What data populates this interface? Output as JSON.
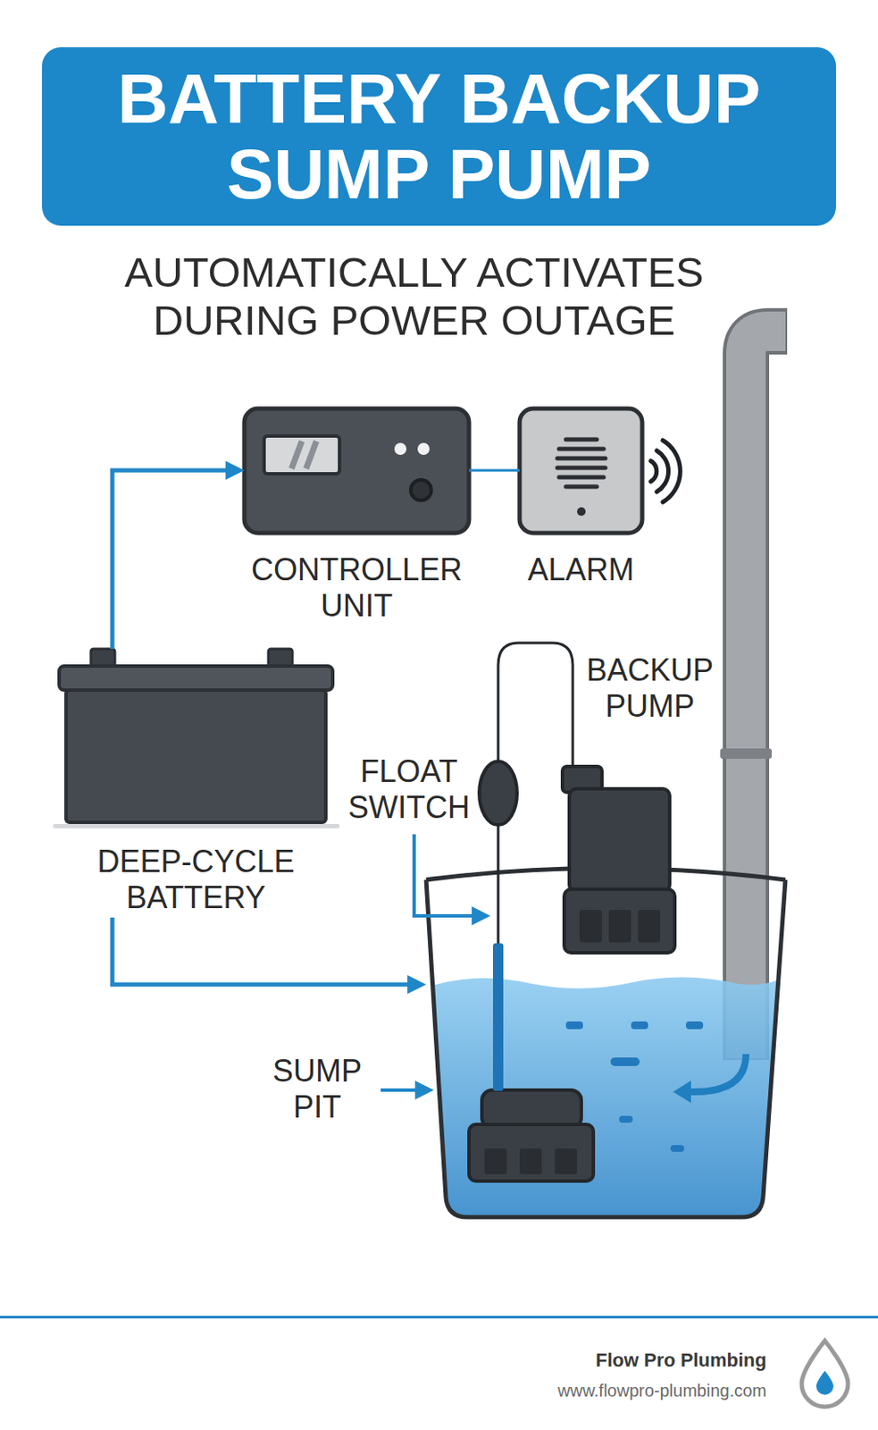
{
  "diagram": {
    "title": "BATTERY BACKUP SUMP PUMP",
    "nodes": [
      {
        "text": [
          "CONTROLLER UNIT"
        ]
      },
      {
        "text": [
          "ALARM"
        ]
      },
      {
        "text": [
          "DEEP-CYCLE BATTERY"
        ]
      },
      {
        "text": [
          "SUMP PIT"
        ]
      }
    ],
    "edges": [
      {
        "from": 2,
        "to": 0,
        "arrow": "to"
      },
      {
        "from": 0,
        "to": 1,
        "arrow": "none"
      },
      {
        "from": 2,
        "to": 3,
        "arrow": "to"
      }
    ],
    "labels": [
      "AUTOMATICALLY ACTIVATES DURING POWER OUTAGE",
      "BACKUP PUMP",
      "FLOAT SWITCH",
      "Flow Pro Plumbing",
      "www.flowpro-plumbing.com"
    ]
  }
}
